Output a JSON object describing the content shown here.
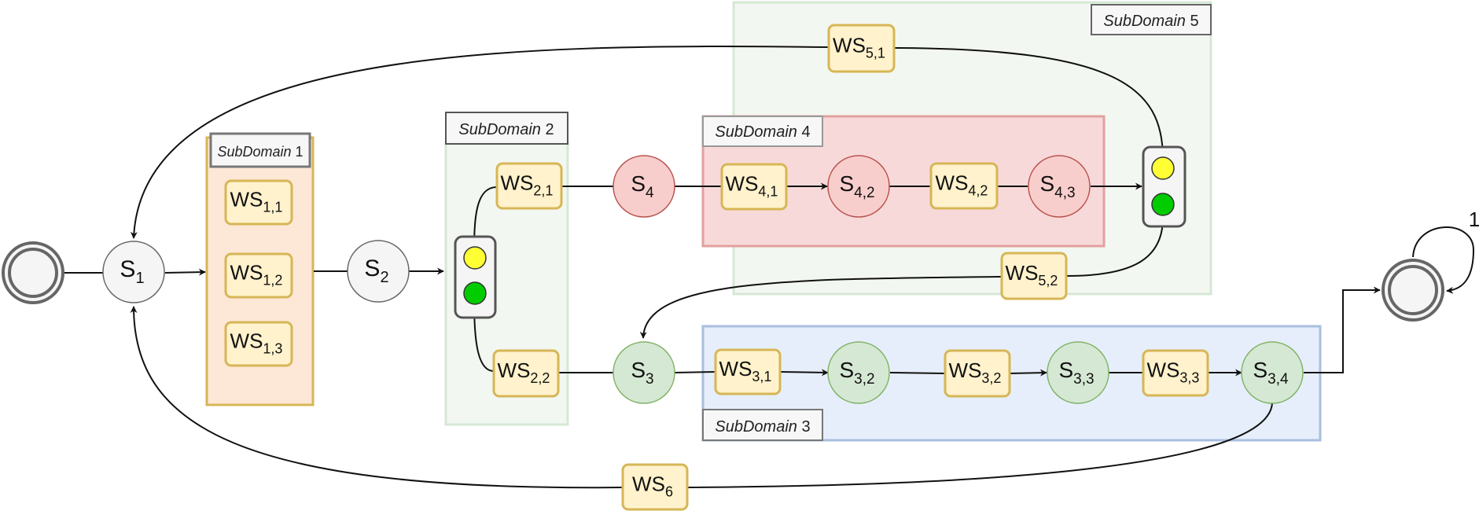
{
  "subdomains": [
    {
      "id": "sd1",
      "prefix": "SubDomain",
      "num": "1",
      "fill": "#fde7d6",
      "stroke": "#d6b656",
      "tagStroke": "#777777"
    },
    {
      "id": "sd2",
      "prefix": "SubDomain",
      "num": "2",
      "fill": "#f3f7f1",
      "stroke": "#d5e8d4",
      "tagStroke": "#555555"
    },
    {
      "id": "sd5",
      "prefix": "SubDomain",
      "num": "5",
      "fill": "#f3f7f1",
      "stroke": "#d5e8d4",
      "tagStroke": "#666666"
    },
    {
      "id": "sd4",
      "prefix": "SubDomain",
      "num": "4",
      "fill": "#f8d9d9",
      "stroke": "#e3a0a0",
      "tagStroke": "#999999"
    },
    {
      "id": "sd3",
      "prefix": "SubDomain",
      "num": "3",
      "fill": "#e6eefb",
      "stroke": "#a9bede",
      "tagStroke": "#777777"
    }
  ],
  "states": [
    {
      "id": "s1",
      "base": "S",
      "sub": "1",
      "fill": "#f5f5f5",
      "stroke": "#666666"
    },
    {
      "id": "s2",
      "base": "S",
      "sub": "2",
      "fill": "#f5f5f5",
      "stroke": "#666666"
    },
    {
      "id": "s4",
      "base": "S",
      "sub": "4",
      "fill": "#f8cecc",
      "stroke": "#b85450"
    },
    {
      "id": "s42",
      "base": "S",
      "sub": "4,2",
      "fill": "#f8cecc",
      "stroke": "#b85450"
    },
    {
      "id": "s43",
      "base": "S",
      "sub": "4,3",
      "fill": "#f8cecc",
      "stroke": "#b85450"
    },
    {
      "id": "s3",
      "base": "S",
      "sub": "3",
      "fill": "#d5e8d4",
      "stroke": "#82b366"
    },
    {
      "id": "s32",
      "base": "S",
      "sub": "3,2",
      "fill": "#d5e8d4",
      "stroke": "#82b366"
    },
    {
      "id": "s33",
      "base": "S",
      "sub": "3,3",
      "fill": "#d5e8d4",
      "stroke": "#82b366"
    },
    {
      "id": "s34",
      "base": "S",
      "sub": "3,4",
      "fill": "#d5e8d4",
      "stroke": "#82b366"
    }
  ],
  "services": [
    {
      "id": "ws11",
      "base": "WS",
      "sub": "1,1"
    },
    {
      "id": "ws12",
      "base": "WS",
      "sub": "1,2"
    },
    {
      "id": "ws13",
      "base": "WS",
      "sub": "1,3"
    },
    {
      "id": "ws21",
      "base": "WS",
      "sub": "2,1"
    },
    {
      "id": "ws22",
      "base": "WS",
      "sub": "2,2"
    },
    {
      "id": "ws41",
      "base": "WS",
      "sub": "4,1"
    },
    {
      "id": "ws42",
      "base": "WS",
      "sub": "4,2"
    },
    {
      "id": "ws31",
      "base": "WS",
      "sub": "3,1"
    },
    {
      "id": "ws32",
      "base": "WS",
      "sub": "3,2"
    },
    {
      "id": "ws33",
      "base": "WS",
      "sub": "3,3"
    },
    {
      "id": "ws51",
      "base": "WS",
      "sub": "5,1"
    },
    {
      "id": "ws52",
      "base": "WS",
      "sub": "5,2"
    },
    {
      "id": "ws6",
      "base": "WS",
      "sub": "6"
    }
  ],
  "selfLoopLabel": "1",
  "colors": {
    "signalYellow": "#ffff33",
    "signalGreen": "#00cc00",
    "endpointFill": "#f5f5f5",
    "endpointStroke": "#666666"
  },
  "icons": [
    "start-node-icon",
    "end-node-icon",
    "traffic-light-icon"
  ]
}
